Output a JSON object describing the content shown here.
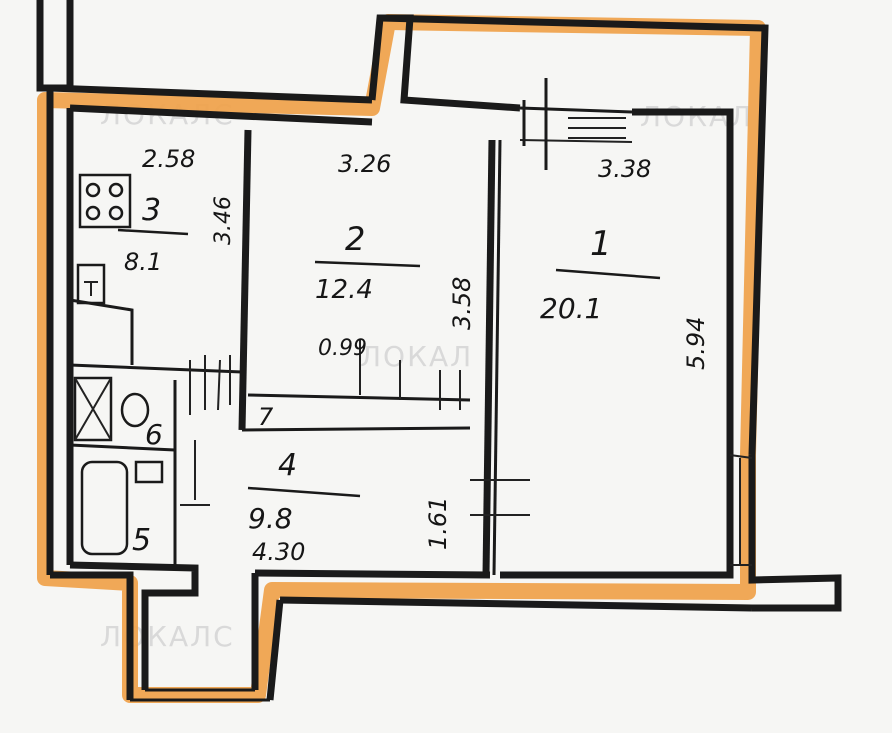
{
  "watermark": {
    "text_1": "ЛОКАЛС",
    "text_2": "ЛОКАЛ",
    "text_3": "ЛОКАЛС",
    "text_4": "ЛОКАЛ"
  },
  "rooms": [
    {
      "number": "1",
      "area": "20.1",
      "width": "3.38",
      "length": "5.94"
    },
    {
      "number": "2",
      "area": "12.4",
      "width": "3.26",
      "length": "3.58"
    },
    {
      "number": "3",
      "area": "8.1",
      "width": "2.58",
      "length": "3.46"
    },
    {
      "number": "4",
      "area": "9.8",
      "width": "4.30",
      "length": "1.61"
    },
    {
      "number": "5"
    },
    {
      "number": "6"
    },
    {
      "number": "7"
    }
  ],
  "extra_dimension": "0.99",
  "colors": {
    "outline": "#f0a046",
    "wall": "#1a1a1a"
  }
}
